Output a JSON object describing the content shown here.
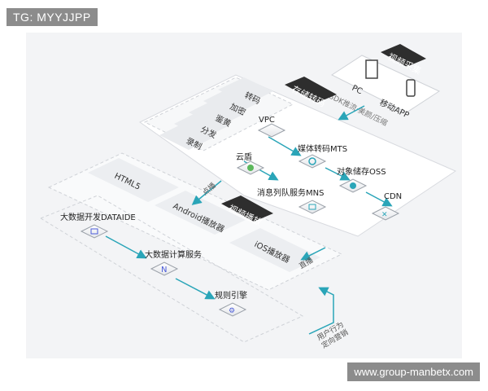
{
  "watermark_top": "TG: MYYJJPP",
  "watermark_bottom": "www.group-manbetx.com",
  "panels": {
    "video_capture": "视频采集",
    "storage_transcode": "存储转码",
    "video_playback": "视频播放"
  },
  "capture_devices": {
    "pc": "PC",
    "mobile": "移动APP"
  },
  "sdk_note": "SDK推流·美颜/压缩",
  "transcode_items": [
    "转码",
    "加密",
    "鉴黄",
    "分发",
    "录制"
  ],
  "services": {
    "vpc": "VPC",
    "yundun": "云盾",
    "mts": "媒体转码MTS",
    "oss": "对象储存OSS",
    "mns": "消息列队服务MNS",
    "cdn": "CDN"
  },
  "players": [
    "HTML5",
    "Android播放器",
    "iOS播放器"
  ],
  "flow_labels": {
    "vod": "点播",
    "live": "直播",
    "user_behavior": "用户行为\n定向营销"
  },
  "analytics": {
    "dataide": "大数据开发DATAIDE",
    "compute": "大数据计算服务",
    "rules": "规则引擎"
  }
}
